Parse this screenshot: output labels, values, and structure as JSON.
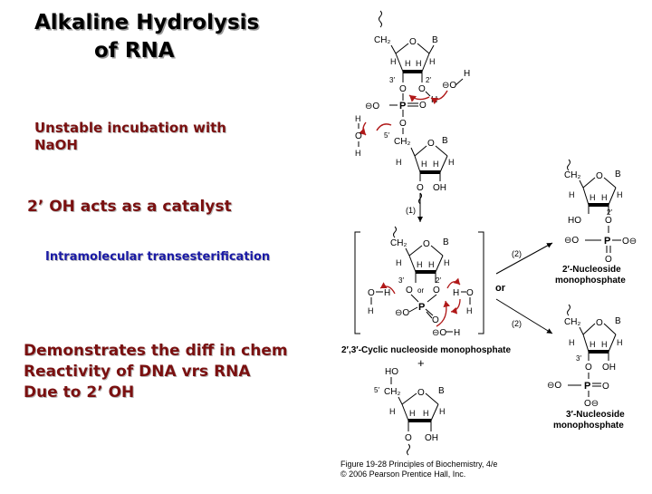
{
  "slide": {
    "title_line1": "Alkaline Hydrolysis",
    "title_line2": "of RNA",
    "note1_line1": "Unstable incubation with",
    "note1_line2": "NaOH",
    "note2": "2’ OH acts as a catalyst",
    "note3": "Intramolecular transesterification",
    "note4_line1": "Demonstrates the diff in chem",
    "note4_line2": "Reactivity of DNA vrs RNA",
    "note4_line3": "Due to 2’ OH"
  },
  "colors": {
    "red_text": "#7a1010",
    "blue_text": "#1a1aa6",
    "curved_arrow": "#b01818",
    "ring_bond": "#000000"
  },
  "diagram": {
    "atoms": {
      "ch2": "CH₂",
      "o": "O",
      "b": "B",
      "h": "H",
      "oh": "OH",
      "ho": "HO",
      "p": "P",
      "o_minus": "⊖O",
      "o_minus_right": "O⊖",
      "oh_minus": "⊖O",
      "p3": "3′",
      "p2": "2′",
      "p5": "5′",
      "or_small": "or",
      "h_oh": "H",
      "o_bottom": "O⊖"
    },
    "labels": {
      "step1": "(1)",
      "step2_top": "(2)",
      "step2_bottom": "(2)",
      "or": "or",
      "plus": "+",
      "cyclic": "2′,3′-Cyclic nucleoside monophosphate",
      "nuc2_line1": "2′-Nucleoside",
      "nuc2_line2": "monophosphate",
      "nuc3_line1": "3′-Nucleoside",
      "nuc3_line2": "monophosphate",
      "caption_line1": "Figure 19-28  Principles of Biochemistry, 4/e",
      "caption_line2": "© 2006 Pearson Prentice Hall, Inc."
    }
  }
}
